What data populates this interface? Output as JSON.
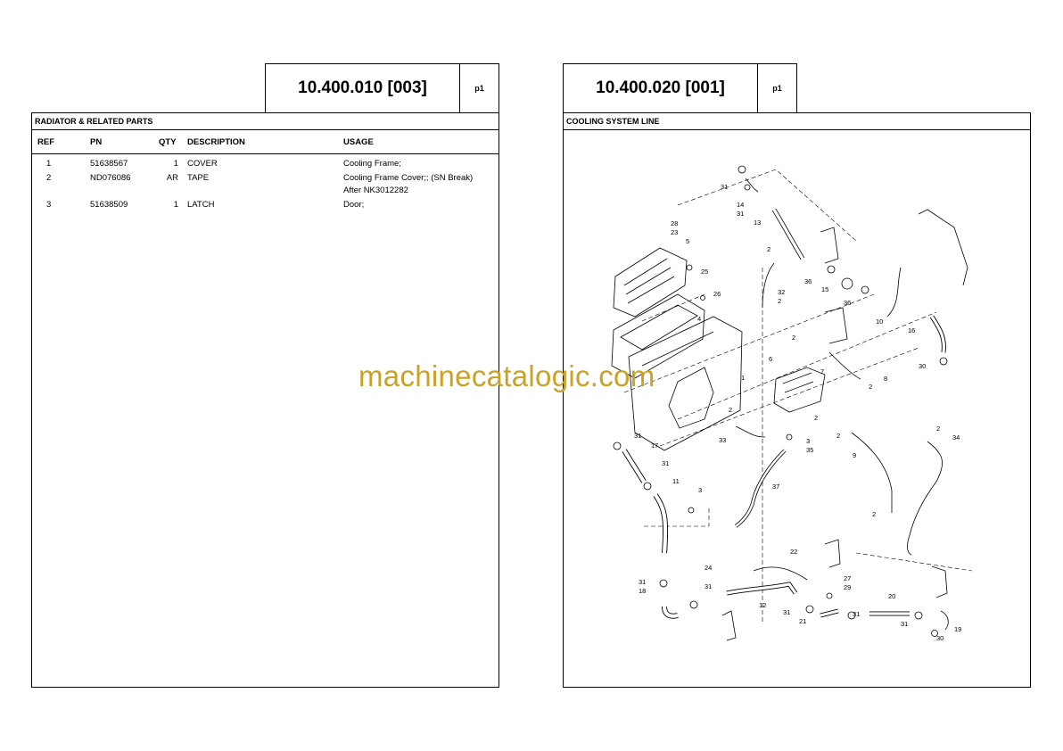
{
  "left_page": {
    "code": "10.400.010 [003]",
    "page": "p1",
    "section_title": "RADIATOR & RELATED PARTS",
    "columns": [
      "REF",
      "PN",
      "QTY",
      "DESCRIPTION",
      "USAGE"
    ],
    "rows": [
      {
        "ref": "1",
        "pn": "51638567",
        "qty": "1",
        "description": "COVER",
        "usage": [
          "Cooling Frame;"
        ]
      },
      {
        "ref": "2",
        "pn": "ND076086",
        "qty": "AR",
        "description": "TAPE",
        "usage": [
          "Cooling Frame Cover;; (SN Break)",
          "After NK3012282"
        ]
      },
      {
        "ref": "3",
        "pn": "51638509",
        "qty": "1",
        "description": "LATCH",
        "usage": [
          "Door;"
        ]
      }
    ]
  },
  "right_page": {
    "code": "10.400.020 [001]",
    "page": "p1",
    "section_title": "COOLING SYSTEM LINE",
    "callouts": [
      "31",
      "14",
      "31",
      "13",
      "28",
      "23",
      "5",
      "25",
      "26",
      "4",
      "2",
      "32",
      "2",
      "36",
      "15",
      "36",
      "10",
      "16",
      "30",
      "2",
      "6",
      "7",
      "8",
      "2",
      "1",
      "2",
      "2",
      "33",
      "3",
      "35",
      "2",
      "9",
      "2",
      "34",
      "31",
      "17",
      "31",
      "11",
      "3",
      "37",
      "2",
      "22",
      "24",
      "31",
      "18",
      "31",
      "27",
      "29",
      "12",
      "31",
      "21",
      "31",
      "20",
      "31",
      "19",
      "30"
    ]
  },
  "watermark": "machinecatalogic.com"
}
